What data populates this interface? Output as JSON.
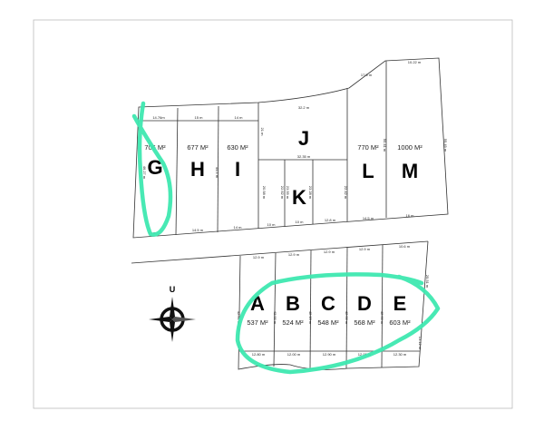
{
  "compass": {
    "label": "U"
  },
  "upper_lots": [
    {
      "letter": "G",
      "area": "706 M²"
    },
    {
      "letter": "H",
      "area": "677 M²"
    },
    {
      "letter": "I",
      "area": "630 M²"
    },
    {
      "letter": "J",
      "area": ""
    },
    {
      "letter": "K",
      "area": ""
    },
    {
      "letter": "L",
      "area": "770 M²"
    },
    {
      "letter": "M",
      "area": "1000 M²"
    }
  ],
  "lower_lots": [
    {
      "letter": "A",
      "area": "537 M²"
    },
    {
      "letter": "B",
      "area": "524 M²"
    },
    {
      "letter": "C",
      "area": "548 M²"
    },
    {
      "letter": "D",
      "area": "568 M²"
    },
    {
      "letter": "E",
      "area": "603 M²"
    }
  ],
  "upper_dimensions": {
    "top": [
      "14.76m",
      "15 m",
      "14 m",
      "32.2 m",
      "17.5 m",
      "10.22 m"
    ],
    "middle": [
      "32.35 m"
    ],
    "bottom": [
      "14 m",
      "14.5 m",
      "14 m",
      "10 m",
      "10 m",
      "12.8 m",
      "14.5 m",
      "16 m"
    ],
    "vertical": [
      "46.27 m",
      "44.5 m",
      "21 m",
      "20.58 m",
      "22.62 m",
      "23.55 m",
      "23.28 m",
      "22.42 m",
      "50.41 m",
      "55.49 m"
    ]
  },
  "lower_dimensions": {
    "top": [
      "12.9 m",
      "12.9 m",
      "12.9 m",
      "12.9 m",
      "10.6 m"
    ],
    "bottom": [
      "12.80 m",
      "12.00 m",
      "12.90 m",
      "12.00 m",
      "12.30 m"
    ],
    "vertical": [
      "42.00 m",
      "42.00 m",
      "42.15 m",
      "42.00 m",
      "42.00 m",
      "25.51 m",
      "13.12 m"
    ]
  },
  "colors": {
    "annotation": "#3ee8b0",
    "lines": "#333333",
    "frame": "#bbbbbb"
  }
}
